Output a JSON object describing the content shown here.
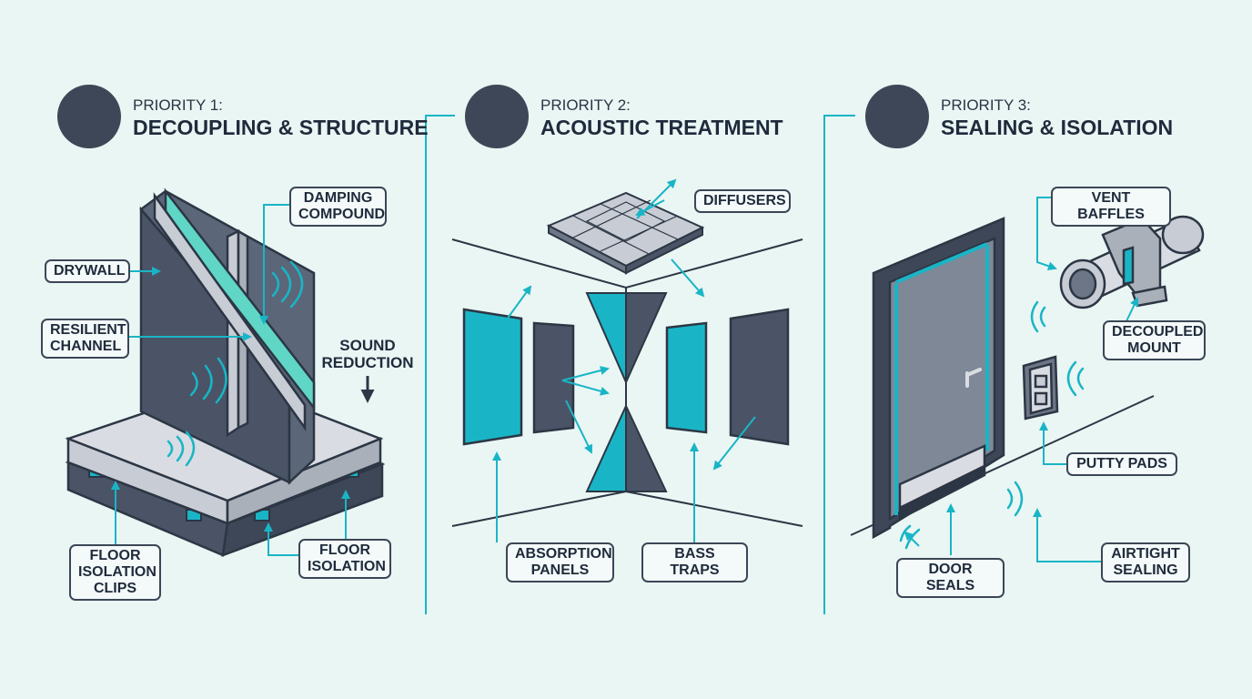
{
  "colors": {
    "background": "#eaf6f4",
    "dark": "#3d4757",
    "outline": "#2c3644",
    "teal": "#19b5c6",
    "teal_light": "#5fd6c6"
  },
  "sections": [
    {
      "kicker": "PRIORITY 1:",
      "title": "DECOUPLING & STRUCTURE",
      "icon": "wall-layers-icon",
      "labels": {
        "damping": "DAMPING\nCOMPOUND",
        "drywall": "DRYWALL",
        "resilient": "RESILIENT\nCHANNEL",
        "sound": "SOUND\nREDUCTION",
        "clips": "FLOOR\nISOLATION\nCLIPS",
        "floor": "FLOOR\nISOLATION"
      }
    },
    {
      "kicker": "PRIORITY 2:",
      "title": "ACOUSTIC TREATMENT",
      "icon": "perforated-panel-icon",
      "labels": {
        "diffusers": "DIFFUSERS",
        "absorption": "ABSORPTION\nPANELS",
        "bass": "BASS TRAPS"
      }
    },
    {
      "kicker": "PRIORITY 3:",
      "title": "SEALING & ISOLATION",
      "icon": "door-icon",
      "labels": {
        "vent": "VENT BAFFLES",
        "mount": "DECOUPLED\nMOUNT",
        "putty": "PUTTY PADS",
        "airtight": "AIRTIGHT\nSEALING",
        "door": "DOOR SEALS"
      }
    }
  ]
}
